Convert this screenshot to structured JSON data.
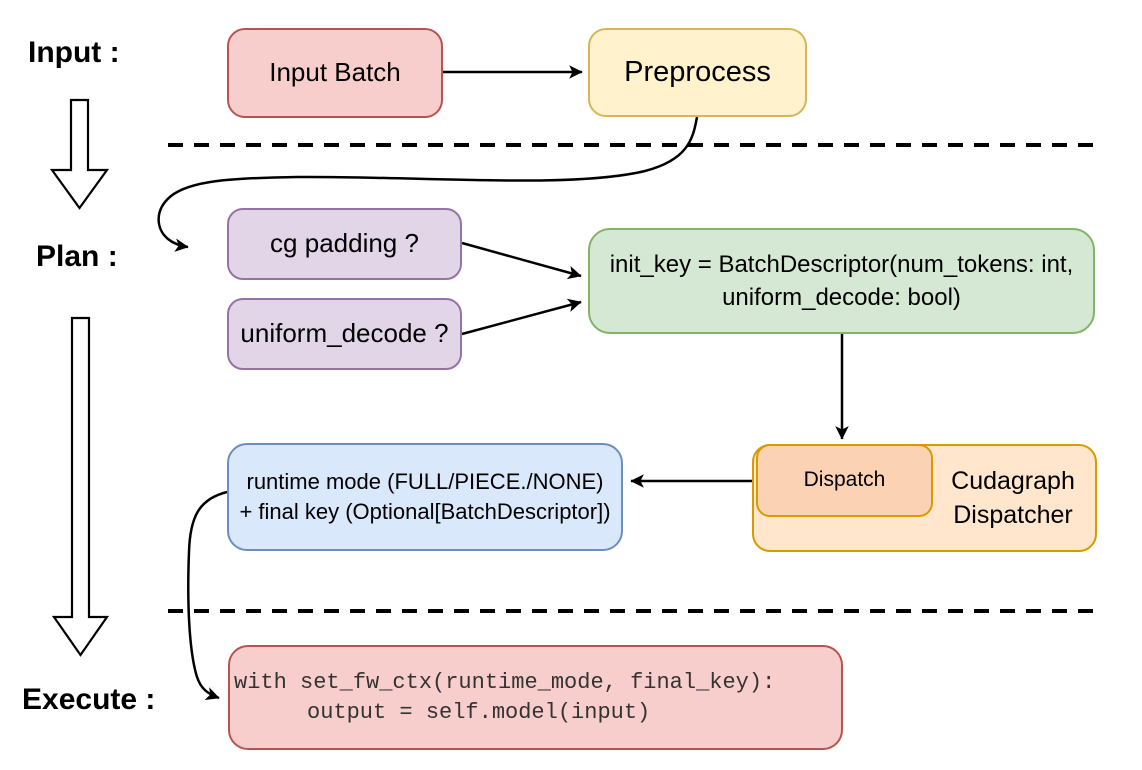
{
  "page": {
    "background": "#ffffff",
    "line_color": "#000000"
  },
  "labels": {
    "input": "Input :",
    "plan": "Plan :",
    "execute": "Execute :"
  },
  "nodes": {
    "input_batch": {
      "label": "Input Batch",
      "fill": "#f8cecc",
      "stroke": "#b85450"
    },
    "preprocess": {
      "label": "Preprocess",
      "fill": "#fff2cc",
      "stroke": "#d6b656"
    },
    "cg_padding": {
      "label": "cg padding ?",
      "fill": "#e1d5e7",
      "stroke": "#9673a6"
    },
    "uniform_decode": {
      "label": "uniform_decode ?",
      "fill": "#e1d5e7",
      "stroke": "#9673a6"
    },
    "init_key": {
      "line1": "init_key = BatchDescriptor(num_tokens: int,",
      "line2": "uniform_decode: bool)",
      "fill": "#d5e8d4",
      "stroke": "#82b366"
    },
    "runtime_mode": {
      "line1": "runtime mode (FULL/PIECE./NONE)",
      "line2": "+ final key (Optional[BatchDescriptor])",
      "fill": "#dae8fc",
      "stroke": "#6c8ebf"
    },
    "dispatch": {
      "label": "Dispatch",
      "fill": "#fcd2b5",
      "stroke": "#d79b00"
    },
    "cudagraph_dispatcher": {
      "line1": "Cudagraph",
      "line2": "Dispatcher",
      "fill": "#ffe6cc",
      "stroke": "#d79b00"
    },
    "execute_code": {
      "line1": "with set_fw_ctx(runtime_mode, final_key):",
      "line2": "output = self.model(input)",
      "fill": "#f8cecc",
      "stroke": "#b85450",
      "text_color": "#333333"
    }
  }
}
